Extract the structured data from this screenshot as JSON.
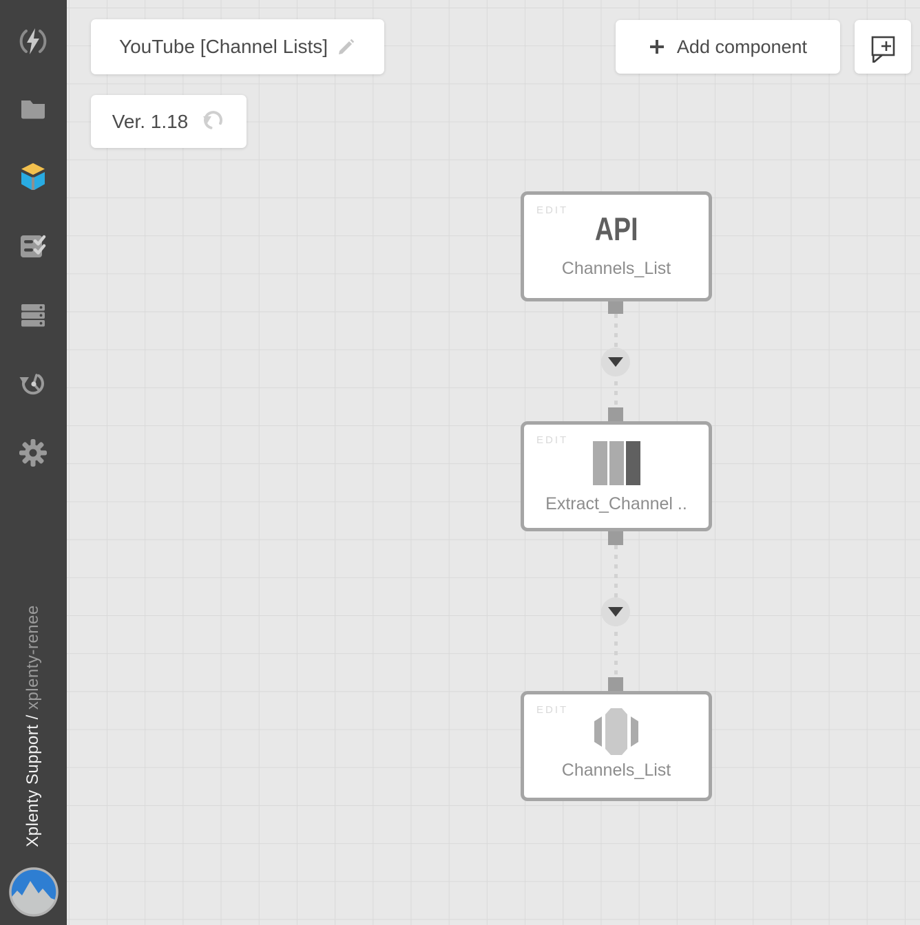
{
  "header": {
    "title": "YouTube [Channel Lists]",
    "version": "Ver. 1.18",
    "add_component_label": "Add component"
  },
  "sidebar": {
    "user_name": "Xplenty Support / ",
    "user_account": "xplenty-renee",
    "icons": [
      "jobs-bolt",
      "packages-folder",
      "package-cube-active",
      "tasks-checklist",
      "clusters-servers",
      "schedules-history",
      "settings-gear"
    ]
  },
  "canvas": {
    "nodes": [
      {
        "edit_label": "EDIT",
        "type": "api-source",
        "type_text": "API",
        "name": "Channels_List"
      },
      {
        "edit_label": "EDIT",
        "type": "select-fields-transformation",
        "name": "Extract_Channel .."
      },
      {
        "edit_label": "EDIT",
        "type": "database-destination",
        "name": "Channels_List"
      }
    ]
  },
  "colors": {
    "sidebar_bg": "#414141",
    "canvas_bg": "#e8e8e8",
    "grid_line": "#d9d9d9",
    "accent_blue": "#29abe2",
    "accent_yellow": "#f2c04e",
    "logo_blue": "#2e7ed2",
    "node_border": "#a5a5a5",
    "text_dark": "#4b4b4b",
    "text_medium": "#8d8d8d"
  }
}
